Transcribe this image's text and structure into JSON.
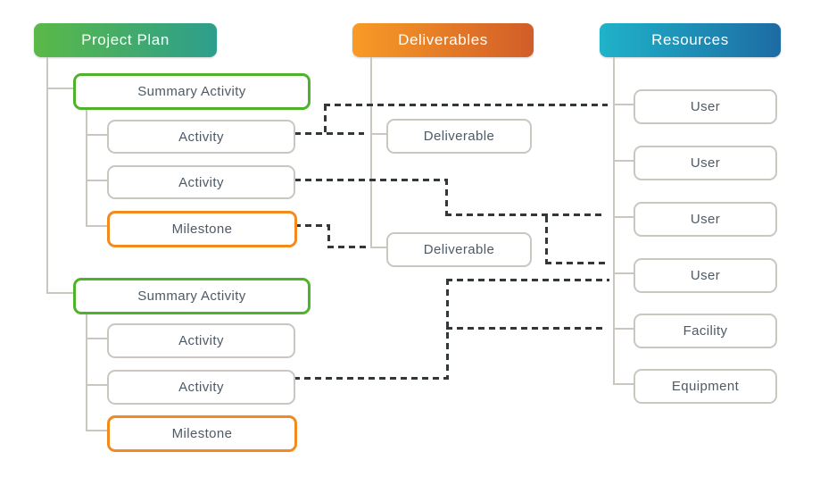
{
  "diagram_title": "Project plan / deliverables / resources relationship diagram",
  "colors": {
    "tree_line": "#c9c7bf",
    "dashed_link": "#32383a",
    "node_text": "#4e5a66",
    "summary_border": "#4db32a",
    "milestone_border": "#f28a1d",
    "plain_border": "#c9c7bf"
  },
  "columns": [
    {
      "id": "project-plan",
      "header": {
        "label": "Project Plan",
        "gradient_from": "#5ab947",
        "gradient_to": "#2d9e8d"
      },
      "nodes": [
        {
          "id": "summary-activity-1",
          "label": "Summary Activity",
          "variant": "green"
        },
        {
          "id": "activity-1",
          "label": "Activity",
          "variant": "plain"
        },
        {
          "id": "activity-2",
          "label": "Activity",
          "variant": "plain"
        },
        {
          "id": "milestone-1",
          "label": "Milestone",
          "variant": "orange"
        },
        {
          "id": "summary-activity-2",
          "label": "Summary Activity",
          "variant": "green"
        },
        {
          "id": "activity-3",
          "label": "Activity",
          "variant": "plain"
        },
        {
          "id": "activity-4",
          "label": "Activity",
          "variant": "plain"
        },
        {
          "id": "milestone-2",
          "label": "Milestone",
          "variant": "orange"
        }
      ]
    },
    {
      "id": "deliverables",
      "header": {
        "label": "Deliverables",
        "gradient_from": "#f89b25",
        "gradient_to": "#d15d29"
      },
      "nodes": [
        {
          "id": "deliverable-1",
          "label": "Deliverable",
          "variant": "plain"
        },
        {
          "id": "deliverable-2",
          "label": "Deliverable",
          "variant": "plain"
        }
      ]
    },
    {
      "id": "resources",
      "header": {
        "label": "Resources",
        "gradient_from": "#1fb3c9",
        "gradient_to": "#1d6ba3"
      },
      "nodes": [
        {
          "id": "user-1",
          "label": "User",
          "variant": "plain"
        },
        {
          "id": "user-2",
          "label": "User",
          "variant": "plain"
        },
        {
          "id": "user-3",
          "label": "User",
          "variant": "plain"
        },
        {
          "id": "user-4",
          "label": "User",
          "variant": "plain"
        },
        {
          "id": "facility",
          "label": "Facility",
          "variant": "plain"
        },
        {
          "id": "equipment",
          "label": "Equipment",
          "variant": "plain"
        }
      ]
    }
  ],
  "relationships": [
    {
      "from": "activity-1",
      "to": "deliverable-1",
      "style": "dashed"
    },
    {
      "from": "activity-1",
      "to": "user-1",
      "style": "dashed"
    },
    {
      "from": "activity-2",
      "to": "user-3",
      "style": "dashed"
    },
    {
      "from": "activity-2",
      "to": "user-4",
      "style": "dashed"
    },
    {
      "from": "milestone-1",
      "to": "deliverable-2",
      "style": "dashed"
    },
    {
      "from": "activity-4",
      "to": "user-4",
      "style": "dashed"
    },
    {
      "from": "activity-4",
      "to": "facility",
      "style": "dashed"
    }
  ]
}
